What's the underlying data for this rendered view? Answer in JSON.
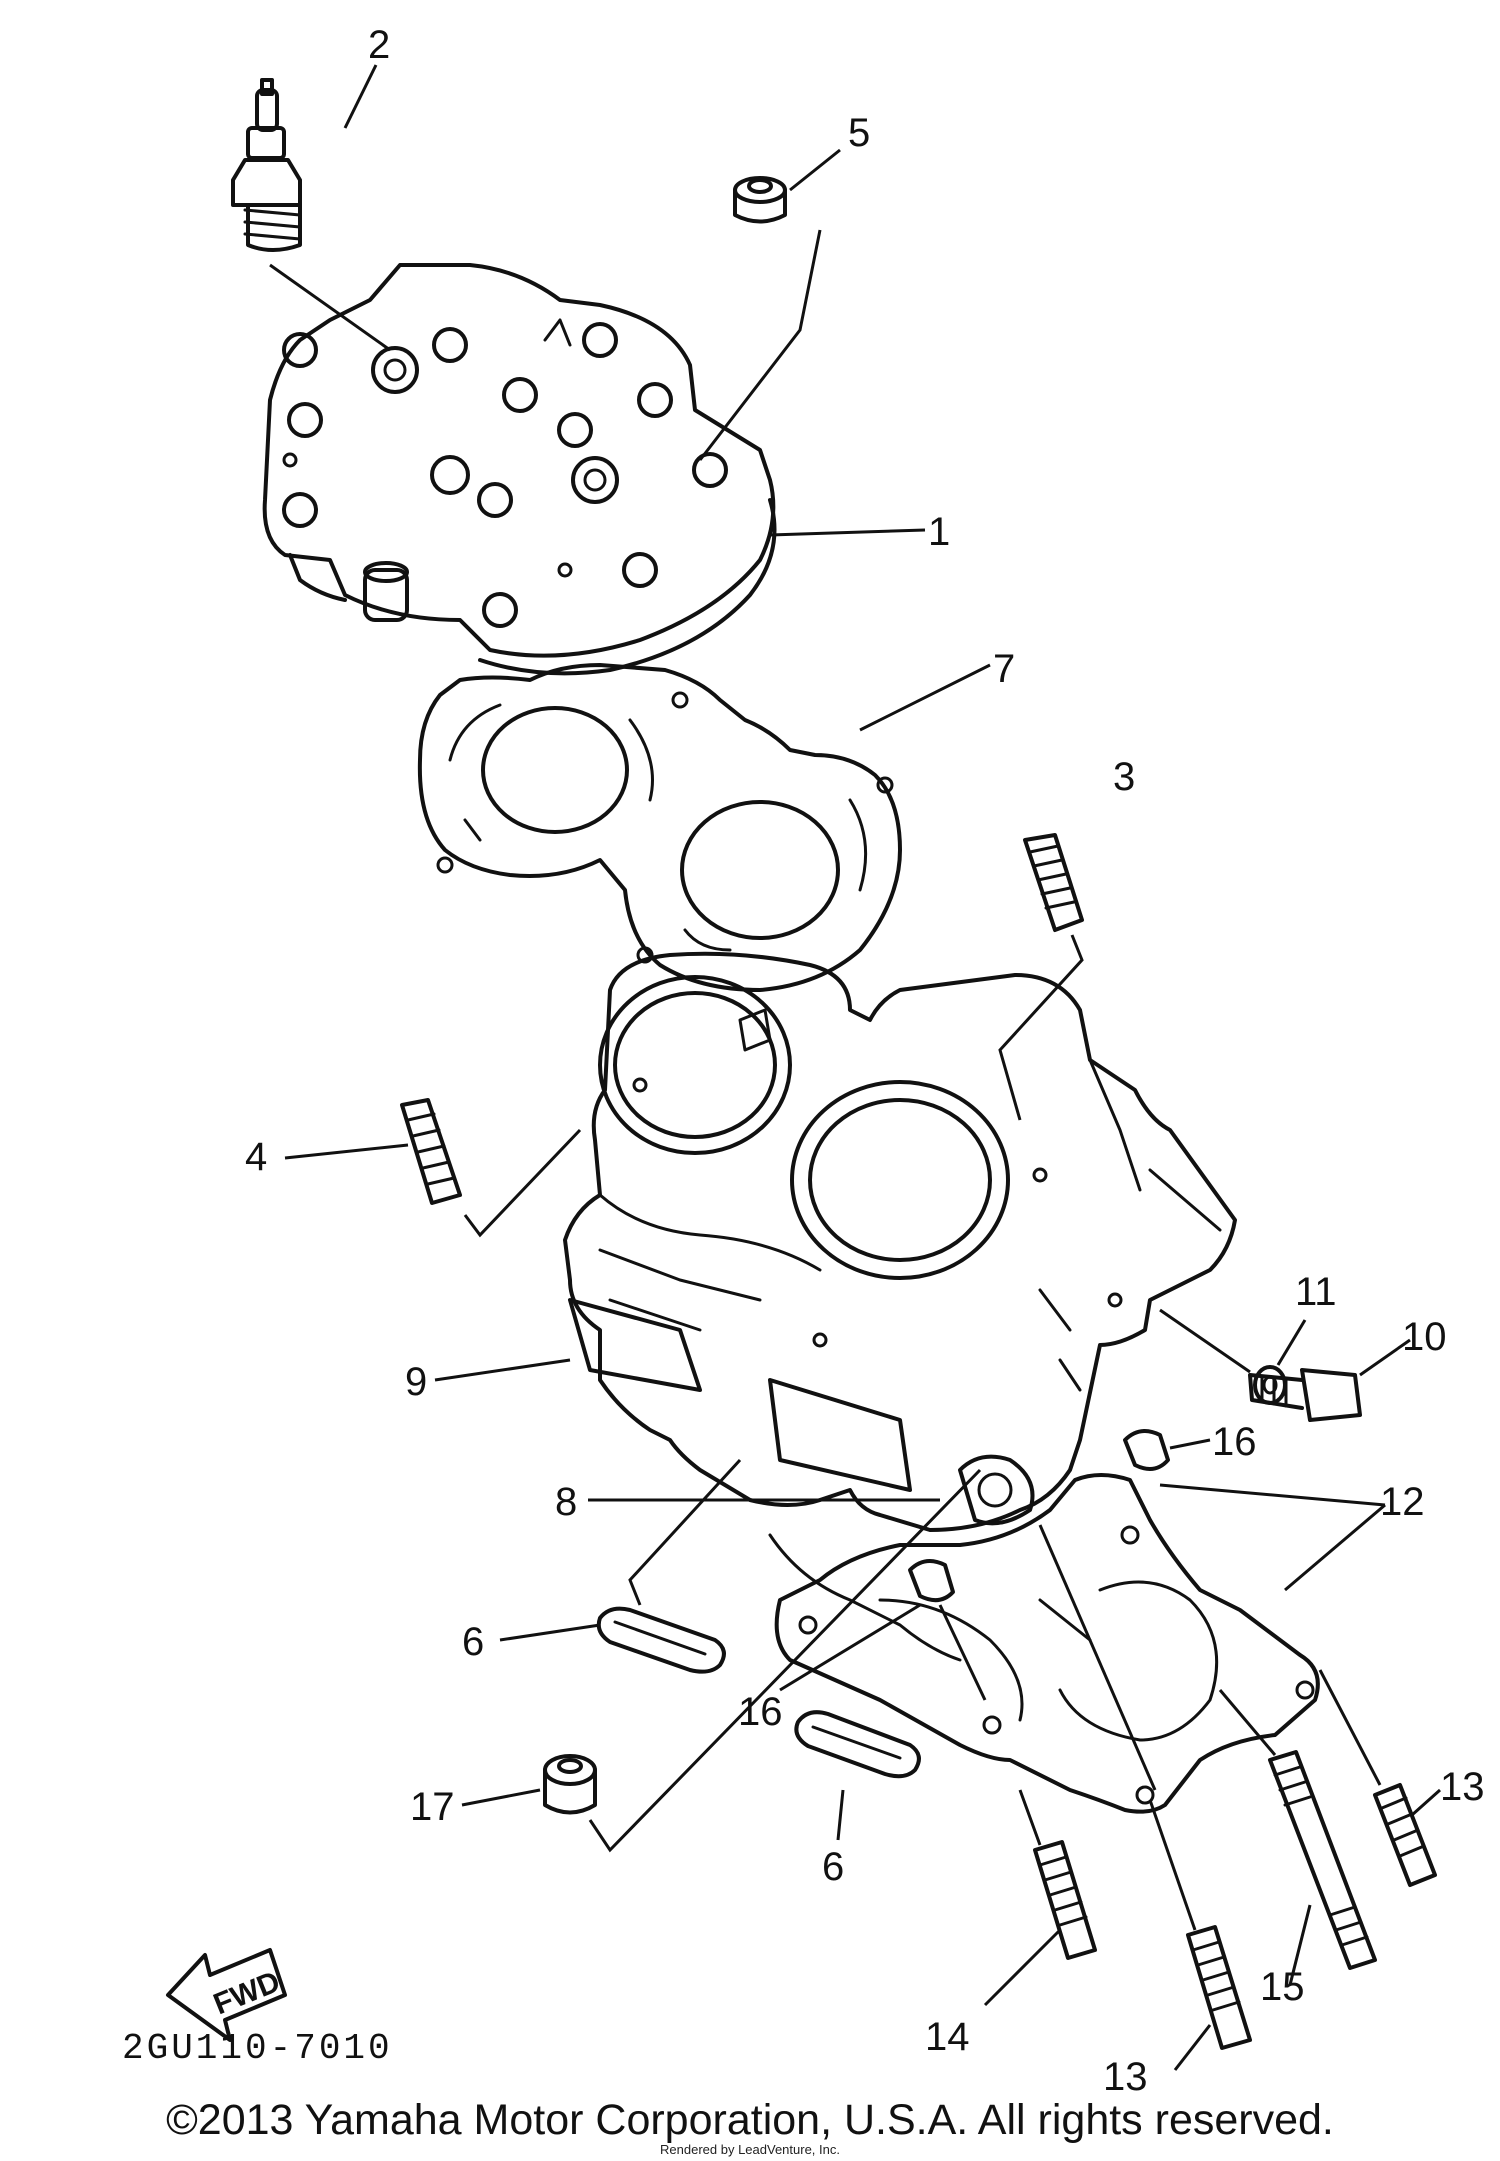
{
  "diagram": {
    "part_code": "2GU110-7010",
    "fwd_label": "FWD",
    "callouts": [
      "1",
      "2",
      "3",
      "4",
      "5",
      "6",
      "6",
      "7",
      "8",
      "9",
      "10",
      "11",
      "12",
      "13",
      "13",
      "14",
      "15",
      "16",
      "16",
      "17"
    ]
  },
  "footer": {
    "copyright": "©2013 Yamaha Motor Corporation, U.S.A. All rights reserved.",
    "rendered_by": "Rendered by LeadVenture, Inc."
  }
}
